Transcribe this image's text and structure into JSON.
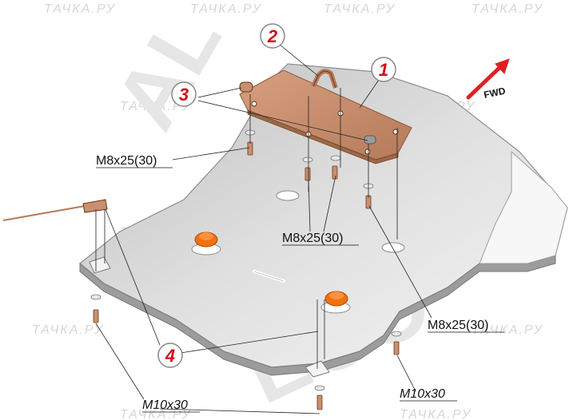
{
  "watermark": "ТАЧКА.РУ",
  "ghost_brand": [
    "AL",
    "ECO"
  ],
  "direction_label": "FWD",
  "callouts": [
    "1",
    "2",
    "3",
    "4"
  ],
  "fastener_labels": {
    "m8_left": "M8x25(30)",
    "m8_center": "M8x25(30)",
    "m8_right": "M8x25(30)",
    "m10_left": "M10x30",
    "m10_right": "M10x30"
  },
  "colors": {
    "plate": "#e8e8e8",
    "plate_edge": "#9a9a9a",
    "bracket": "#c89070",
    "callout": "#d0101a",
    "rubber": "#f07010",
    "arrow": "#e02020"
  }
}
